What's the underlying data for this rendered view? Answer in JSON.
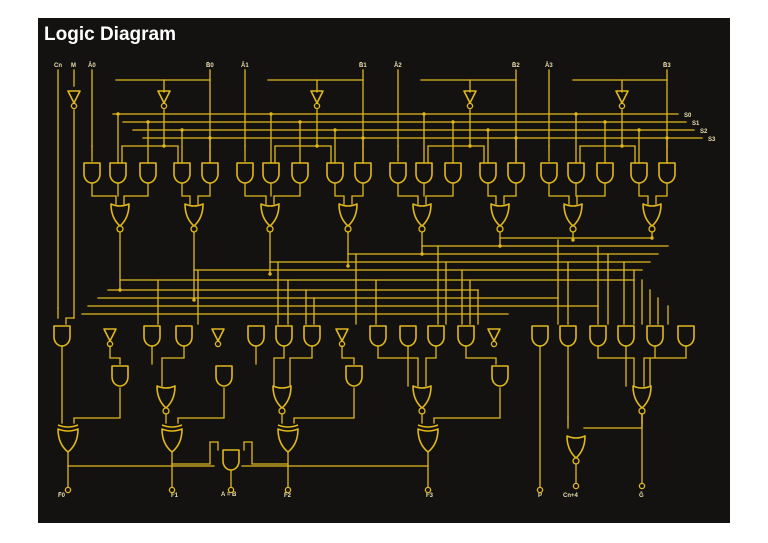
{
  "title": "Logic Diagram",
  "colors": {
    "background": "#141210",
    "wire": "#e0b81e",
    "label_text": "#e8dfb0",
    "title_text": "#ffffff"
  },
  "inputs": {
    "cn": "Cn",
    "m": "M",
    "a0": "Ā0",
    "b0": "B̄0",
    "a1": "Ā1",
    "b1": "B̄1",
    "a2": "Ā2",
    "b2": "B̄2",
    "a3": "Ā3",
    "b3": "B̄3"
  },
  "selects": [
    "S0",
    "S1",
    "S2",
    "S3"
  ],
  "outputs": {
    "f0": "F̄0",
    "f1": "F̄1",
    "a_eq_b": "A = B",
    "f2": "F̄2",
    "f3": "F̄3",
    "p": "P̄",
    "cn4": "Cn+4",
    "g": "Ḡ"
  }
}
